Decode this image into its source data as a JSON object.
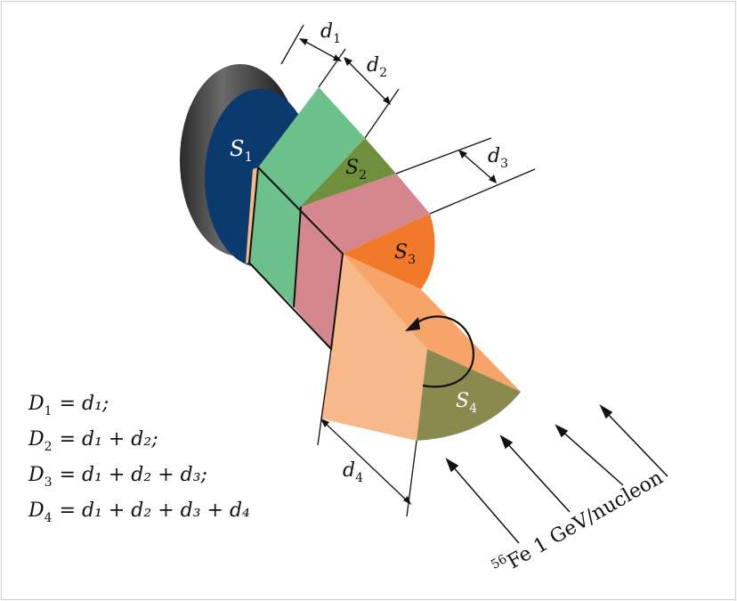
{
  "segments": [
    {
      "label": "S",
      "sub": "1",
      "color": "#0b3a6e"
    },
    {
      "label": "S",
      "sub": "2",
      "color": "#6f8f3c"
    },
    {
      "label": "S",
      "sub": "3",
      "color": "#f07a2a"
    },
    {
      "label": "S",
      "sub": "4",
      "color": "#8a8a4e"
    }
  ],
  "dims": [
    {
      "label": "d",
      "sub": "1"
    },
    {
      "label": "d",
      "sub": "2"
    },
    {
      "label": "d",
      "sub": "3"
    },
    {
      "label": "d",
      "sub": "4"
    }
  ],
  "equations": [
    {
      "lhs": "D",
      "lhs_sub": "1",
      "rhs": "= d₁;"
    },
    {
      "lhs": "D",
      "lhs_sub": "2",
      "rhs": "= d₁ + d₂;"
    },
    {
      "lhs": "D",
      "lhs_sub": "3",
      "rhs": "= d₁ + d₂ + d₃;"
    },
    {
      "lhs": "D",
      "lhs_sub": "4",
      "rhs": "= d₁ + d₂ + d₃ + d₄"
    }
  ],
  "beam": {
    "mass_number": "56",
    "text": "Fe 1 GeV/nucleon"
  }
}
